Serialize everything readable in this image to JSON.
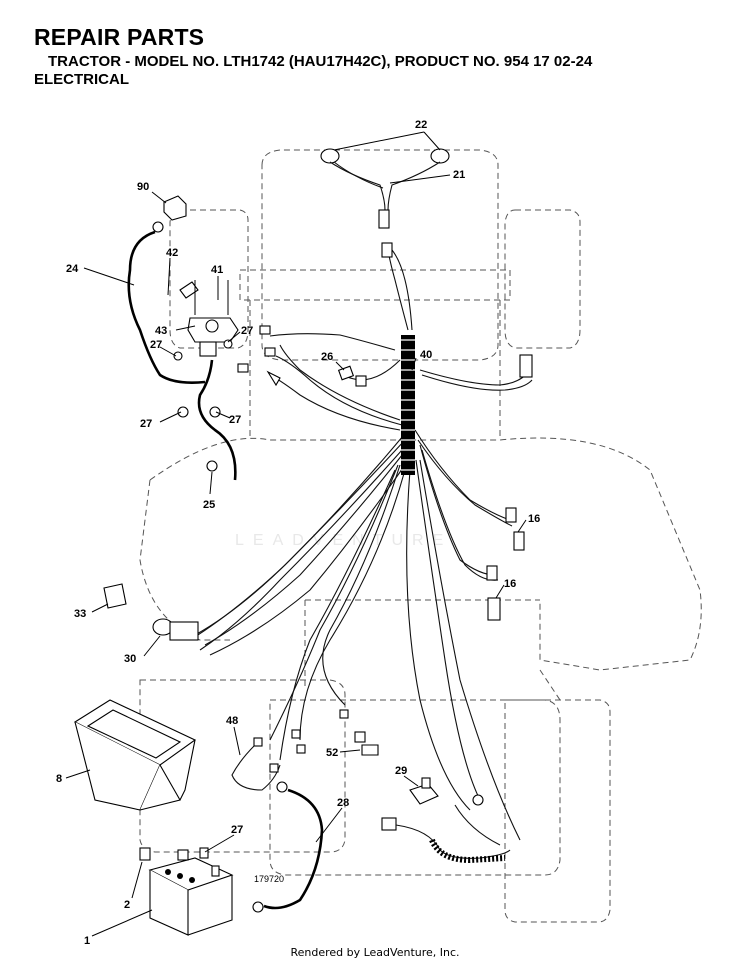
{
  "header": {
    "title": "REPAIR PARTS",
    "subtitle": "TRACTOR - MODEL NO. LTH1742 (HAU17H42C), PRODUCT NO. 954 17 02-24",
    "section": "ELECTRICAL"
  },
  "watermark": "LEADVENTURE",
  "drawing_number": "179720",
  "footer": "Rendered by LeadVenture, Inc.",
  "callouts": {
    "c1": "1",
    "c2": "2",
    "c8": "8",
    "c16a": "16",
    "c16b": "16",
    "c21": "21",
    "c22": "22",
    "c24": "24",
    "c25": "25",
    "c26": "26",
    "c27a": "27",
    "c27b": "27",
    "c27c": "27",
    "c27d": "27",
    "c27e": "27",
    "c28": "28",
    "c29": "29",
    "c30": "30",
    "c33": "33",
    "c40": "40",
    "c41": "41",
    "c42": "42",
    "c43": "43",
    "c48": "48",
    "c52": "52",
    "c90": "90"
  }
}
